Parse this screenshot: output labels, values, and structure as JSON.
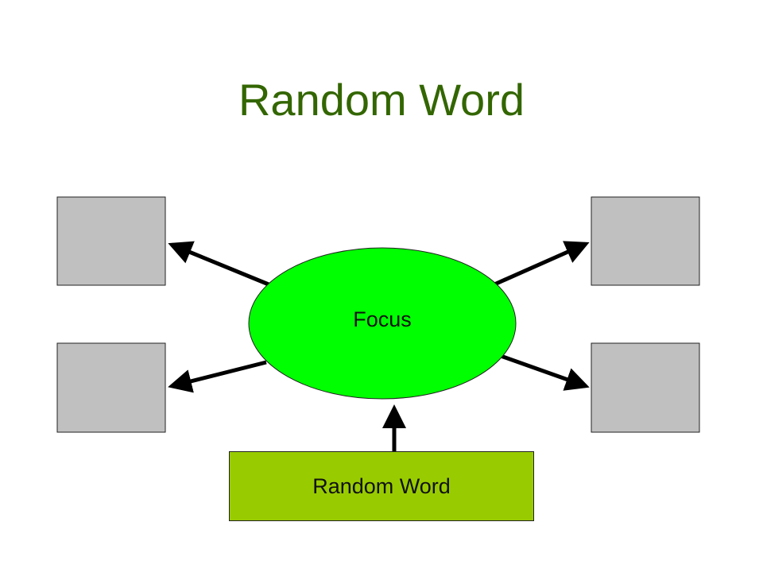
{
  "title": "Random Word",
  "focus": {
    "label": "Focus"
  },
  "random_word_box": {
    "label": "Random Word"
  },
  "colors": {
    "title": "#336600",
    "focus_fill": "#00FF00",
    "random_word_fill": "#99CC00",
    "idea_box_fill": "#C0C0C0",
    "arrow": "#000000"
  }
}
